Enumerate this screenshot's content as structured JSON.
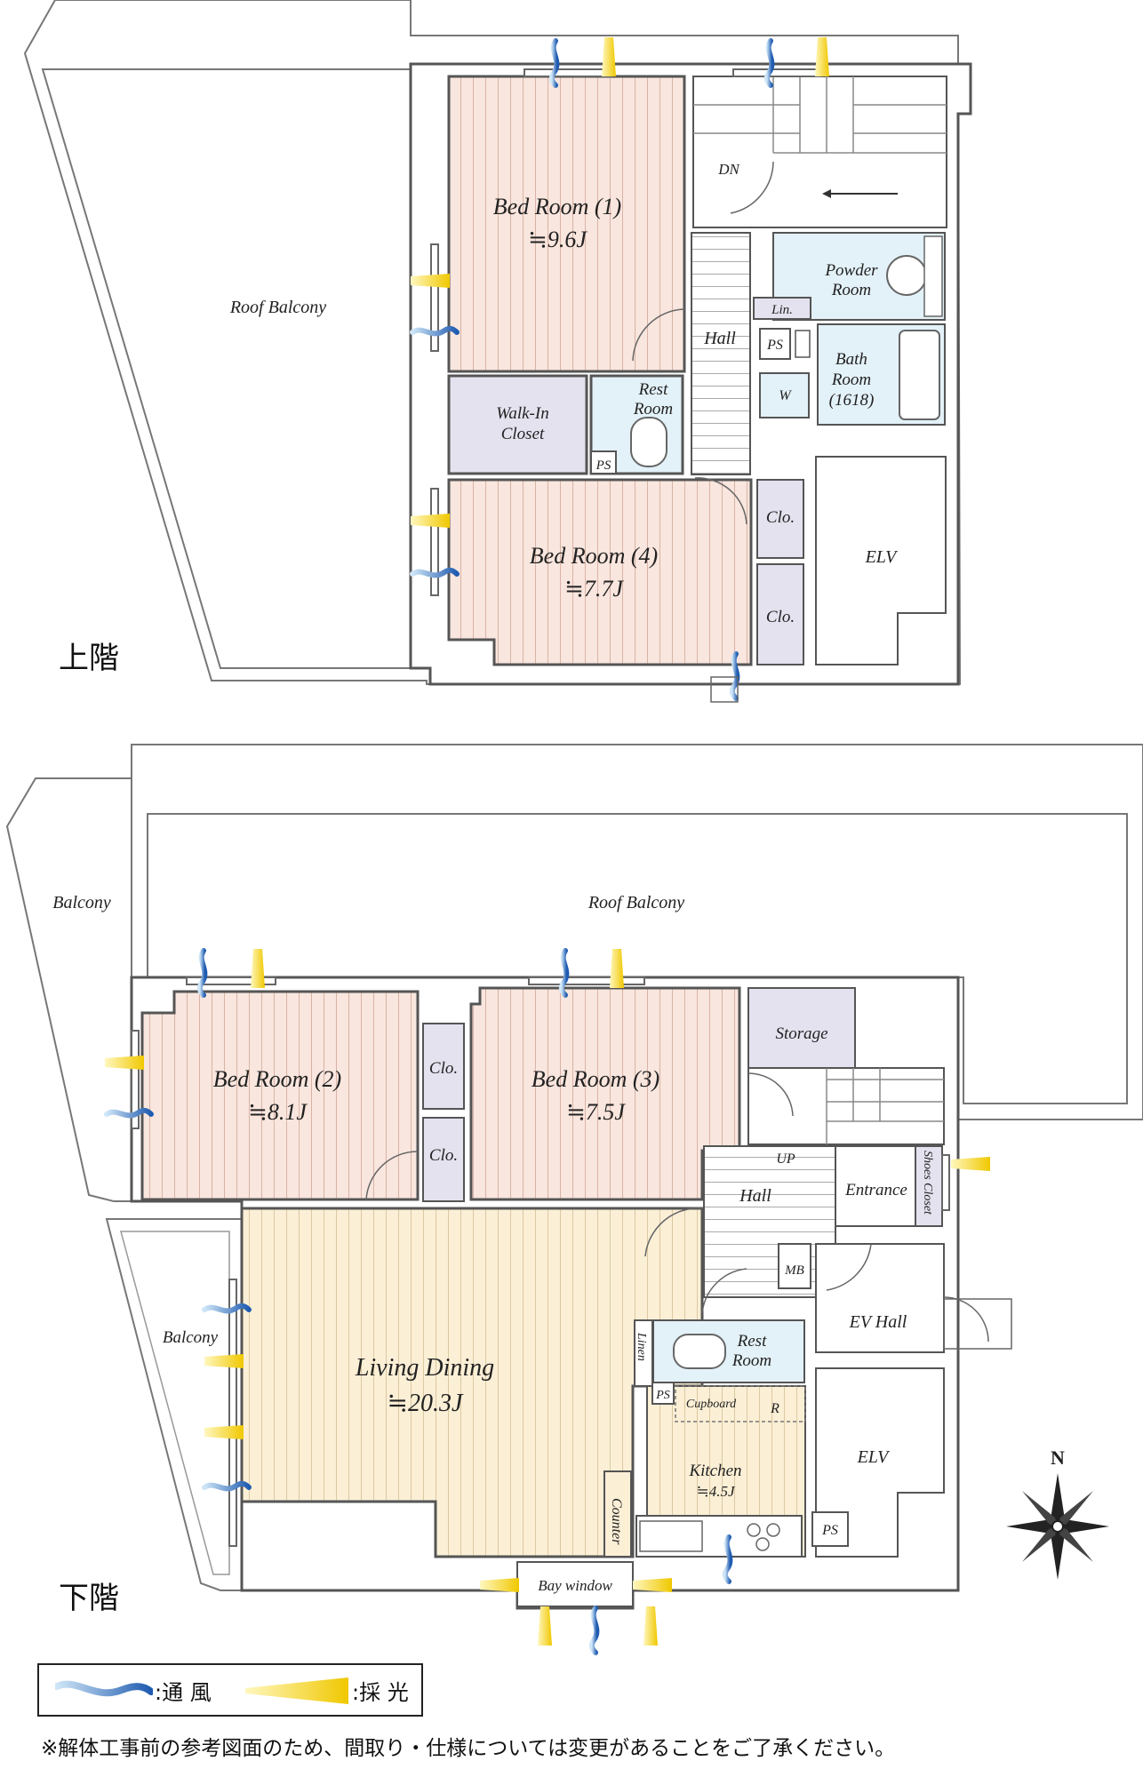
{
  "upper_floor": {
    "floor_label": "上階",
    "rooms": {
      "roof_balcony": "Roof Balcony",
      "bed1_name": "Bed Room (1)",
      "bed1_size": "≒9.6J",
      "walkin_line1": "Walk-In",
      "walkin_line2": "Closet",
      "rest_line1": "Rest",
      "rest_line2": "Room",
      "ps_rest": "PS",
      "hall": "Hall",
      "dn": "DN",
      "powder_line1": "Powder",
      "powder_line2": "Room",
      "lin": "Lin.",
      "ps": "PS",
      "bath_line1": "Bath",
      "bath_line2": "Room",
      "bath_line3": "(1618)",
      "w": "W",
      "bed4_name": "Bed Room (4)",
      "bed4_size": "≒7.7J",
      "clo_a": "Clo.",
      "clo_b": "Clo.",
      "elv": "ELV"
    }
  },
  "lower_floor": {
    "floor_label": "下階",
    "rooms": {
      "balcony_top": "Balcony",
      "roof_balcony": "Roof Balcony",
      "bed2_name": "Bed Room (2)",
      "bed2_size": "≒8.1J",
      "clo_a": "Clo.",
      "clo_b": "Clo.",
      "bed3_name": "Bed Room (3)",
      "bed3_size": "≒7.5J",
      "storage": "Storage",
      "up": "UP",
      "hall": "Hall",
      "entrance": "Entrance",
      "shoes_closet": "Shoes Closet",
      "mb": "MB",
      "ev_hall": "EV Hall",
      "balcony_side": "Balcony",
      "living_name": "Living Dining",
      "living_size": "≒20.3J",
      "linen": "Linen",
      "rest_line1": "Rest",
      "rest_line2": "Room",
      "ps_rest": "PS",
      "cupboard": "Cupboard",
      "r": "R",
      "kitchen_name": "Kitchen",
      "kitchen_size": "≒4.5J",
      "counter": "Counter",
      "elv": "ELV",
      "ps": "PS",
      "bay_window": "Bay window"
    }
  },
  "compass": "N",
  "legend": {
    "wind_label": ":通 風",
    "light_label": ":採 光"
  },
  "footnote": "※解体工事前の参考図面のため、間取り・仕様については変更があることをご了承ください。",
  "colors": {
    "bedroom": "#f9e6de",
    "living": "#fbefd6",
    "closet": "#e4e2ef",
    "wet": "#e3f1f8",
    "wall": "#555555",
    "wind": "#2e6fc2",
    "light": "#f4d21a"
  }
}
